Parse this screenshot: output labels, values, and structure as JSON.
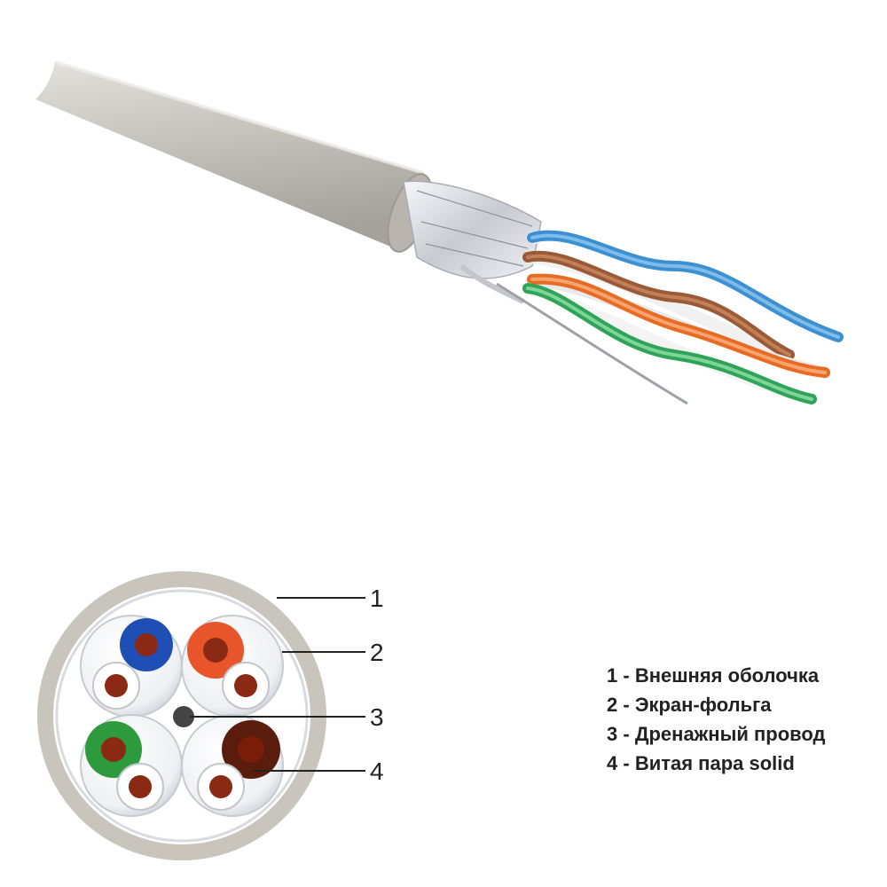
{
  "callouts": [
    {
      "number": "1"
    },
    {
      "number": "2"
    },
    {
      "number": "3"
    },
    {
      "number": "4"
    }
  ],
  "legend": [
    {
      "number": "1",
      "separator": " - ",
      "text": "Внешняя оболочка"
    },
    {
      "number": "2",
      "separator": " - ",
      "text": "Экран-фольга"
    },
    {
      "number": "3",
      "separator": " - ",
      "text": "Дренажный провод"
    },
    {
      "number": "4",
      "separator": " - ",
      "text": "Витая пара solid"
    }
  ],
  "colors": {
    "jacket": "#c9c5bd",
    "jacket_dark": "#a9a59e",
    "foil": "#e8e8ec",
    "copper": "#8b2a14",
    "blue": "#1f4fb5",
    "orange": "#e8552a",
    "green": "#2e9a3e",
    "brown": "#5a1c0c"
  }
}
